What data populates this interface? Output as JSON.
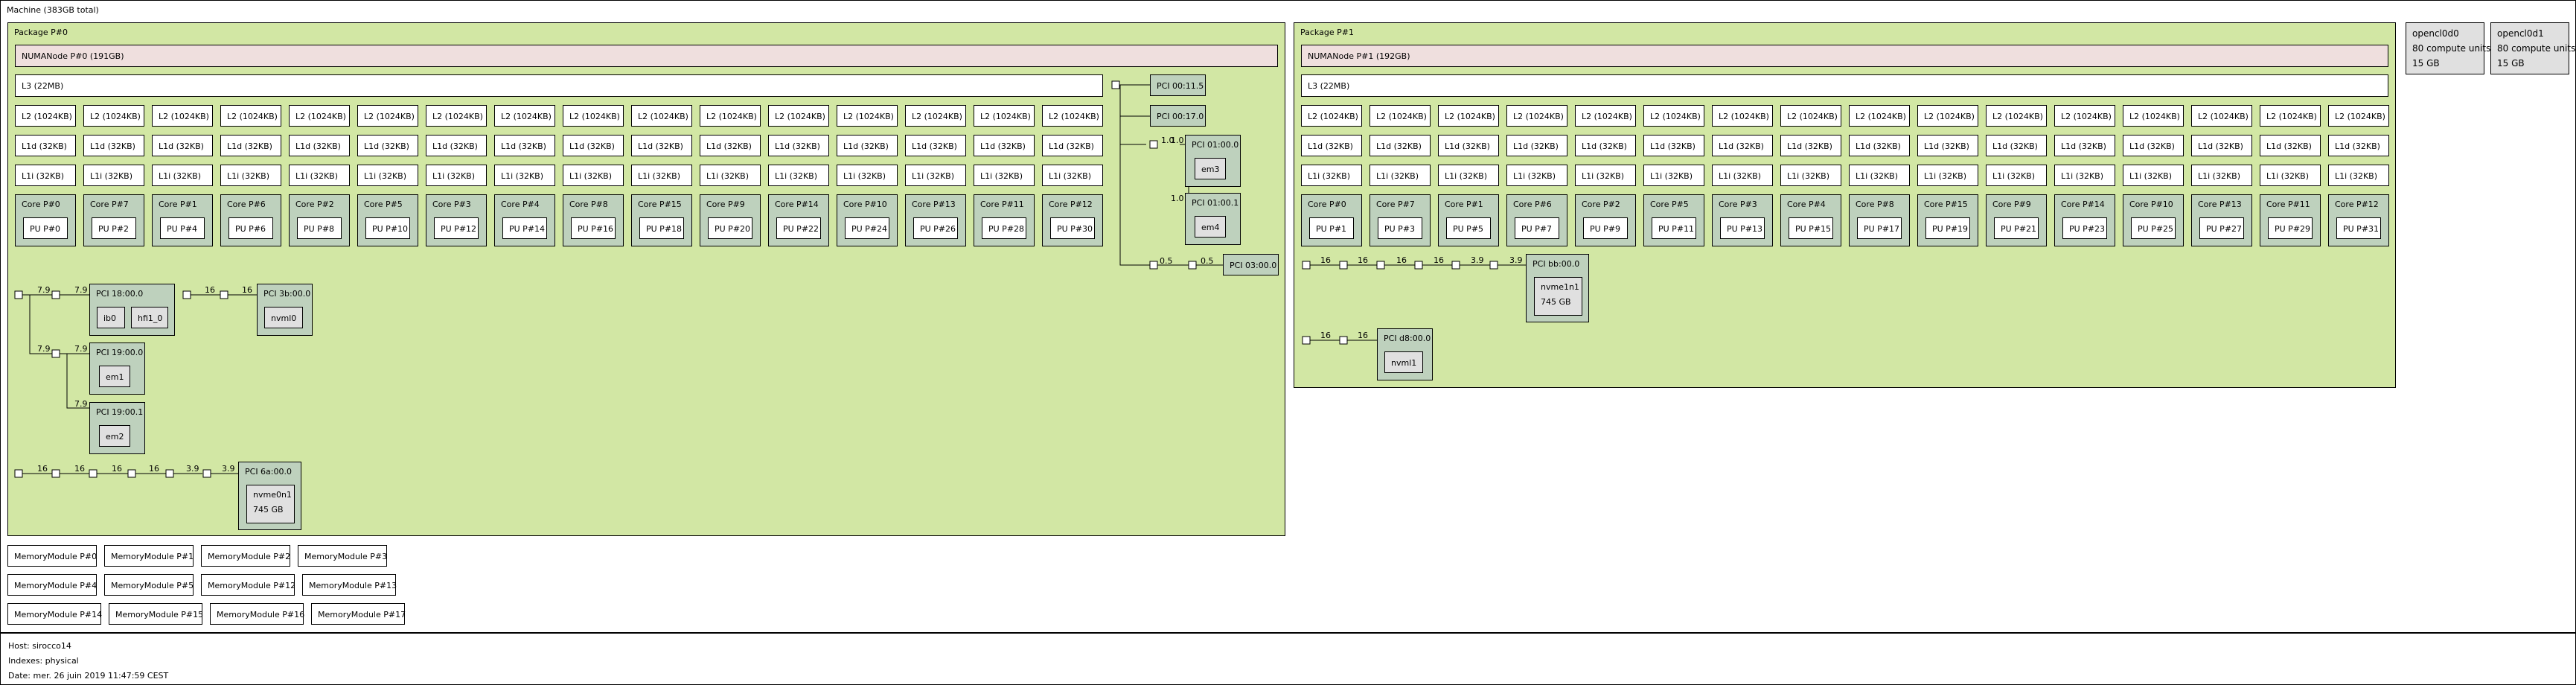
{
  "machine": {
    "label": "Machine (383GB total)"
  },
  "packages": [
    {
      "label": "Package P#0",
      "numa": "NUMANode P#0 (191GB)",
      "l3": "L3 (22MB)",
      "l2": "L2 (1024KB)",
      "l1d": "L1d (32KB)",
      "l1i": "L1i (32KB)",
      "cores": [
        {
          "core": "Core P#0",
          "pu": "PU P#0"
        },
        {
          "core": "Core P#7",
          "pu": "PU P#2"
        },
        {
          "core": "Core P#1",
          "pu": "PU P#4"
        },
        {
          "core": "Core P#6",
          "pu": "PU P#6"
        },
        {
          "core": "Core P#2",
          "pu": "PU P#8"
        },
        {
          "core": "Core P#5",
          "pu": "PU P#10"
        },
        {
          "core": "Core P#3",
          "pu": "PU P#12"
        },
        {
          "core": "Core P#4",
          "pu": "PU P#14"
        },
        {
          "core": "Core P#8",
          "pu": "PU P#16"
        },
        {
          "core": "Core P#15",
          "pu": "PU P#18"
        },
        {
          "core": "Core P#9",
          "pu": "PU P#20"
        },
        {
          "core": "Core P#14",
          "pu": "PU P#22"
        },
        {
          "core": "Core P#10",
          "pu": "PU P#24"
        },
        {
          "core": "Core P#13",
          "pu": "PU P#26"
        },
        {
          "core": "Core P#11",
          "pu": "PU P#28"
        },
        {
          "core": "Core P#12",
          "pu": "PU P#30"
        }
      ]
    },
    {
      "label": "Package P#1",
      "numa": "NUMANode P#1 (192GB)",
      "l3": "L3 (22MB)",
      "l2": "L2 (1024KB)",
      "l1d": "L1d (32KB)",
      "l1i": "L1i (32KB)",
      "cores": [
        {
          "core": "Core P#0",
          "pu": "PU P#1"
        },
        {
          "core": "Core P#7",
          "pu": "PU P#3"
        },
        {
          "core": "Core P#1",
          "pu": "PU P#5"
        },
        {
          "core": "Core P#6",
          "pu": "PU P#7"
        },
        {
          "core": "Core P#2",
          "pu": "PU P#9"
        },
        {
          "core": "Core P#5",
          "pu": "PU P#11"
        },
        {
          "core": "Core P#3",
          "pu": "PU P#13"
        },
        {
          "core": "Core P#4",
          "pu": "PU P#15"
        },
        {
          "core": "Core P#8",
          "pu": "PU P#17"
        },
        {
          "core": "Core P#15",
          "pu": "PU P#19"
        },
        {
          "core": "Core P#9",
          "pu": "PU P#21"
        },
        {
          "core": "Core P#14",
          "pu": "PU P#23"
        },
        {
          "core": "Core P#10",
          "pu": "PU P#25"
        },
        {
          "core": "Core P#13",
          "pu": "PU P#27"
        },
        {
          "core": "Core P#11",
          "pu": "PU P#29"
        },
        {
          "core": "Core P#12",
          "pu": "PU P#31"
        }
      ]
    }
  ],
  "pci0": {
    "p00115": "PCI 00:11.5",
    "p00117": "PCI 00:17.0",
    "p0100": "PCI 01:00.0",
    "em3": "em3",
    "p0101": "PCI 01:00.1",
    "em4": "em4",
    "p0300": "PCI 03:00.0",
    "p1800": "PCI 18:00.0",
    "ib0": "ib0",
    "hfi1": "hfi1_0",
    "p3b00": "PCI 3b:00.0",
    "nvml0": "nvml0",
    "p1900": "PCI 19:00.0",
    "em1": "em1",
    "p1901": "PCI 19:00.1",
    "em2": "em2",
    "p6a00": "PCI 6a:00.0",
    "nvme0": "nvme0n1",
    "nvme0size": "745 GB"
  },
  "pci1": {
    "pbb00": "PCI bb:00.0",
    "nvme1": "nvme1n1",
    "nvme1size": "745 GB",
    "pd800": "PCI d8:00.0",
    "nvml1": "nvml1"
  },
  "links": {
    "l10": "1.0",
    "l05": "0.5",
    "l79": "7.9",
    "l16": "16",
    "l39": "3.9"
  },
  "opencl": [
    {
      "name": "opencl0d0",
      "units": "80 compute units",
      "mem": "15 GB"
    },
    {
      "name": "opencl0d1",
      "units": "80 compute units",
      "mem": "15 GB"
    }
  ],
  "memory_modules": [
    "MemoryModule P#0",
    "MemoryModule P#1",
    "MemoryModule P#2",
    "MemoryModule P#3",
    "MemoryModule P#4",
    "MemoryModule P#5",
    "MemoryModule P#12",
    "MemoryModule P#13",
    "MemoryModule P#14",
    "MemoryModule P#15",
    "MemoryModule P#16",
    "MemoryModule P#17"
  ],
  "footer": {
    "host": "Host: sirocco14",
    "indexes": "Indexes: physical",
    "date": "Date: mer. 26 juin 2019 11:47:59 CEST"
  }
}
